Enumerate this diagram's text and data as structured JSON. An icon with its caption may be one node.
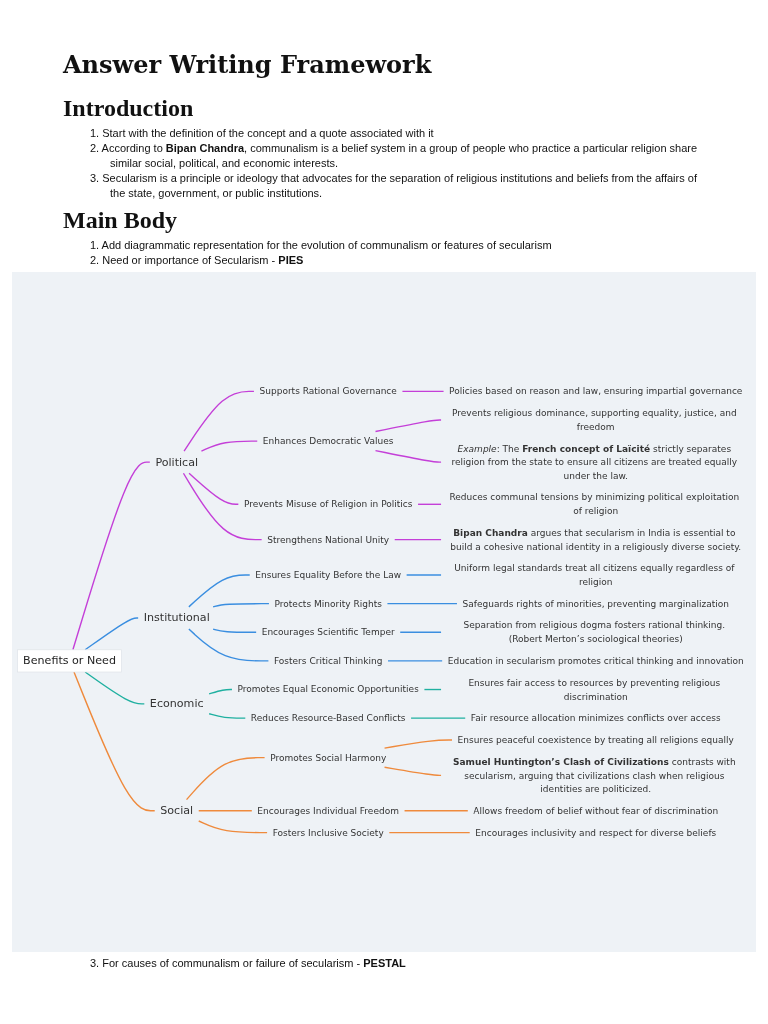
{
  "diagram": {
    "title": "Answer Writing Framework",
    "nodes": [
      {
        "text": [
          "Benefits or Need"
        ]
      },
      {
        "text": [
          "Political"
        ]
      },
      {
        "text": [
          "Supports Rational Governance"
        ]
      },
      {
        "text": [
          "Policies based on reason and law, ensuring impartial governance"
        ]
      },
      {
        "text": [
          "Enhances Democratic Values"
        ]
      },
      {
        "text": [
          "Prevents religious dominance, supporting equality, justice, and freedom"
        ]
      },
      {
        "text": [
          "*Example*: The **French concept of Laïcité** strictly separates religion from the state to ensure all citizens are treated equally under the law."
        ]
      },
      {
        "text": [
          "Prevents Misuse of Religion in Politics"
        ]
      },
      {
        "text": [
          "Reduces communal tensions by minimizing political exploitation of religion"
        ]
      },
      {
        "text": [
          "Strengthens National Unity"
        ]
      },
      {
        "text": [
          "**Bipan Chandra** argues that secularism in India is essential to build a cohesive national identity in a religiously diverse society."
        ]
      },
      {
        "text": [
          "Institutional"
        ]
      },
      {
        "text": [
          "Ensures Equality Before the Law"
        ]
      },
      {
        "text": [
          "Uniform legal standards treat all citizens equally regardless of religion"
        ]
      },
      {
        "text": [
          "Protects Minority Rights"
        ]
      },
      {
        "text": [
          "Safeguards rights of minorities, preventing marginalization"
        ]
      },
      {
        "text": [
          "Encourages Scientific Temper"
        ]
      },
      {
        "text": [
          "Separation from religious dogma fosters rational thinking. (Robert Merton’s sociological theories)"
        ]
      },
      {
        "text": [
          "Fosters Critical Thinking"
        ]
      },
      {
        "text": [
          "Education in secularism promotes critical thinking and innovation"
        ]
      },
      {
        "text": [
          "Economic"
        ]
      },
      {
        "text": [
          "Promotes Equal Economic Opportunities"
        ]
      },
      {
        "text": [
          "Ensures fair access to resources by preventing religious discrimination"
        ]
      },
      {
        "text": [
          "Reduces Resource-Based Conflicts"
        ]
      },
      {
        "text": [
          "Fair resource allocation minimizes conflicts over access"
        ]
      },
      {
        "text": [
          "Social"
        ]
      },
      {
        "text": [
          "Promotes Social Harmony"
        ]
      },
      {
        "text": [
          "Ensures peaceful coexistence by treating all religions equally"
        ]
      },
      {
        "text": [
          "**Samuel Huntington’s Clash of Civilizations** contrasts with secularism, arguing that civilizations clash when religious identities are politicized."
        ]
      },
      {
        "text": [
          "Encourages Individual Freedom"
        ]
      },
      {
        "text": [
          "Allows freedom of belief without fear of discrimination"
        ]
      },
      {
        "text": [
          "Fosters Inclusive Society"
        ]
      },
      {
        "text": [
          "Encourages inclusivity and respect for diverse beliefs"
        ]
      }
    ],
    "edges": [
      {
        "from": 0,
        "to": 1,
        "arrow": "none",
        "color": "#c43fd8"
      },
      {
        "from": 1,
        "to": 2,
        "arrow": "none",
        "color": "#c43fd8"
      },
      {
        "from": 2,
        "to": 3,
        "arrow": "none",
        "color": "#c43fd8"
      },
      {
        "from": 1,
        "to": 4,
        "arrow": "none",
        "color": "#c43fd8"
      },
      {
        "from": 4,
        "to": 5,
        "arrow": "none",
        "color": "#c43fd8"
      },
      {
        "from": 4,
        "to": 6,
        "arrow": "none",
        "color": "#c43fd8"
      },
      {
        "from": 1,
        "to": 7,
        "arrow": "none",
        "color": "#c43fd8"
      },
      {
        "from": 7,
        "to": 8,
        "arrow": "none",
        "color": "#c43fd8"
      },
      {
        "from": 1,
        "to": 9,
        "arrow": "none",
        "color": "#c43fd8"
      },
      {
        "from": 9,
        "to": 10,
        "arrow": "none",
        "color": "#c43fd8"
      },
      {
        "from": 0,
        "to": 11,
        "arrow": "none",
        "color": "#3a8ee0"
      },
      {
        "from": 11,
        "to": 12,
        "arrow": "none",
        "color": "#3a8ee0"
      },
      {
        "from": 12,
        "to": 13,
        "arrow": "none",
        "color": "#3a8ee0"
      },
      {
        "from": 11,
        "to": 14,
        "arrow": "none",
        "color": "#3a8ee0"
      },
      {
        "from": 14,
        "to": 15,
        "arrow": "none",
        "color": "#3a8ee0"
      },
      {
        "from": 11,
        "to": 16,
        "arrow": "none",
        "color": "#3a8ee0"
      },
      {
        "from": 16,
        "to": 17,
        "arrow": "none",
        "color": "#3a8ee0"
      },
      {
        "from": 11,
        "to": 18,
        "arrow": "none",
        "color": "#3a8ee0"
      },
      {
        "from": 18,
        "to": 19,
        "arrow": "none",
        "color": "#3a8ee0"
      },
      {
        "from": 0,
        "to": 20,
        "arrow": "none",
        "color": "#1fb0a0"
      },
      {
        "from": 20,
        "to": 21,
        "arrow": "none",
        "color": "#1fb0a0"
      },
      {
        "from": 21,
        "to": 22,
        "arrow": "none",
        "color": "#1fb0a0"
      },
      {
        "from": 20,
        "to": 23,
        "arrow": "none",
        "color": "#1fb0a0"
      },
      {
        "from": 23,
        "to": 24,
        "arrow": "none",
        "color": "#1fb0a0"
      },
      {
        "from": 0,
        "to": 25,
        "arrow": "none",
        "color": "#ef8a3c"
      },
      {
        "from": 25,
        "to": 26,
        "arrow": "none",
        "color": "#ef8a3c"
      },
      {
        "from": 26,
        "to": 27,
        "arrow": "none",
        "color": "#ef8a3c"
      },
      {
        "from": 26,
        "to": 28,
        "arrow": "none",
        "color": "#ef8a3c"
      },
      {
        "from": 25,
        "to": 29,
        "arrow": "none",
        "color": "#ef8a3c"
      },
      {
        "from": 29,
        "to": 30,
        "arrow": "none",
        "color": "#ef8a3c"
      },
      {
        "from": 25,
        "to": 31,
        "arrow": "none",
        "color": "#ef8a3c"
      },
      {
        "from": 31,
        "to": 32,
        "arrow": "none",
        "color": "#ef8a3c"
      }
    ],
    "labels": [
      "Introduction",
      "1. Start with the definition of the concept and a quote associated with it",
      "2. According to **Bipan Chandra**, communalism is a belief system in a group of people who practice a particular religion share similar social, political, and economic interests.",
      "3. Secularism is a principle or ideology that advocates for the separation of religious institutions and beliefs from the affairs of the state, government, or public institutions.",
      "Main Body",
      "1. Add diagrammatic representation for the evolution of communalism or features of secularism",
      "2. Need or importance of Secularism - **PIES**",
      "3. For causes of communalism or failure of secularism - **PESTAL**"
    ]
  }
}
